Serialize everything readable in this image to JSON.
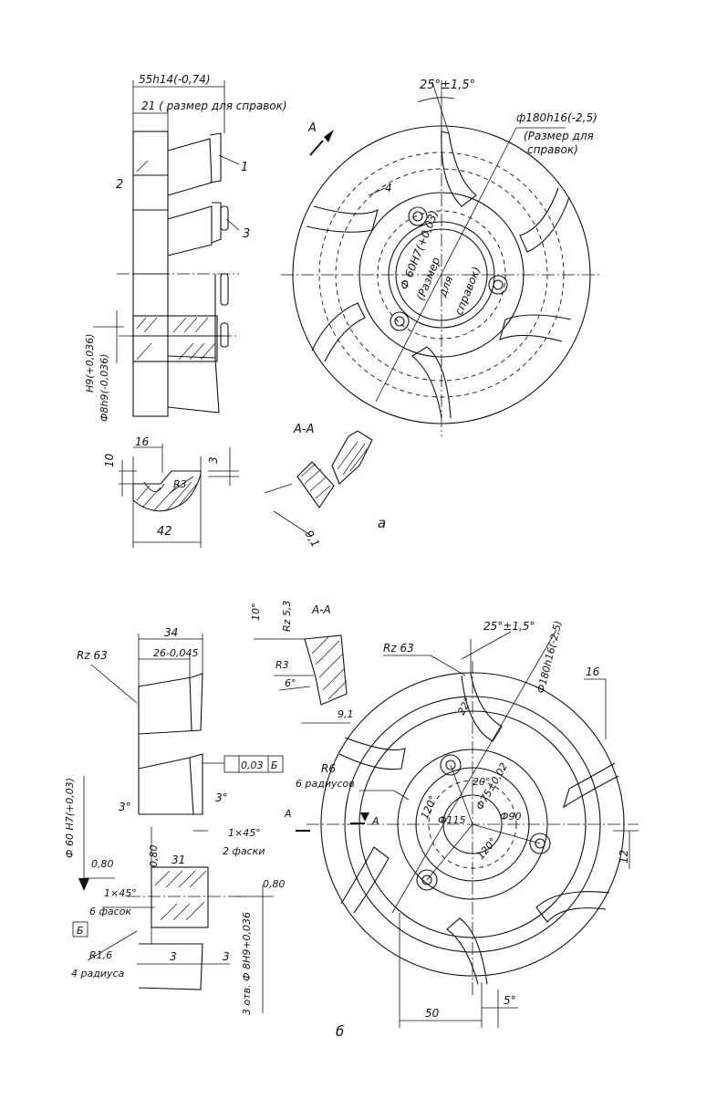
{
  "fig_a": {
    "dim_width_total": "55h14(-0,74)",
    "dim_width_ref": "21 ( размер для справок)",
    "callout_1": "1",
    "callout_2": "2",
    "callout_3": "3",
    "section_mark": "А",
    "angle_tol": "25°±1,5°",
    "outer_dia": "ф180h16(-2,5)",
    "outer_dia_note_1": "(Размер для",
    "outer_dia_note_2": "справок)",
    "label_4": "4",
    "bore_1": "Ф 60H7(+0,03)",
    "bore_2": "(Размер",
    "bore_3": "для",
    "bore_4": "справок)",
    "pin_fit_1": "H9(+0,036)",
    "pin_fit_2": "Ф8h9(-0,036)",
    "tooth_16": "16",
    "tooth_10": "10",
    "tooth_3": "3",
    "tooth_r3": "R3",
    "tooth_42": "42",
    "section_title": "А-А",
    "section_dim": "9,1",
    "fig_letter": "а"
  },
  "fig_b": {
    "rough_side": "Rz 63",
    "dim_34": "34",
    "dim_26": "26-0,045",
    "runout_frame": "0,03",
    "runout_base": "Б",
    "angle_3_left": "3°",
    "angle_3_right": "3°",
    "bore_fit": "Ф 60 H7(+0,03)",
    "rough_080_a": "0,80",
    "rough_080_b": "0,80",
    "rough_080_c": "0,80",
    "dim_31": "31",
    "chamfer_1": "1×45°",
    "chamfer_1_note": "2 фаски",
    "chamfer_2": "1×45°",
    "chamfer_2_note": "6 фасок",
    "base_letter": "Б",
    "radius_16": "R1,6",
    "radius_16_note": "4 радиуса",
    "dim_3_a": "3",
    "dim_3_b": "3",
    "holes": "3 отв. Ф 8H9+0,036",
    "sect_angle_10": "10°",
    "sect_rough": "Rz 5,3",
    "sect_title": "А-А",
    "sect_r3": "R3",
    "sect_angle_6": "6°",
    "sect_dim_91": "9,1",
    "rough_front": "Rz 63",
    "angle_tol": "25°±1,5°",
    "outer_dia": "Ф180h16(-2,5)",
    "dim_16": "16",
    "angle_22": "22°",
    "r6": "R6",
    "r6_note": "6 радиусов",
    "angle_20": "20°",
    "dia_75": "Ф75±0,02",
    "angle_120_a": "120°",
    "angle_120_b": "120°",
    "dia_115": "Ф115",
    "dia_90": "Ф90",
    "mark_a_1": "А",
    "mark_a_2": "А",
    "dim_12": "12",
    "dim_50": "50",
    "angle_5": "5°",
    "fig_letter": "б"
  }
}
